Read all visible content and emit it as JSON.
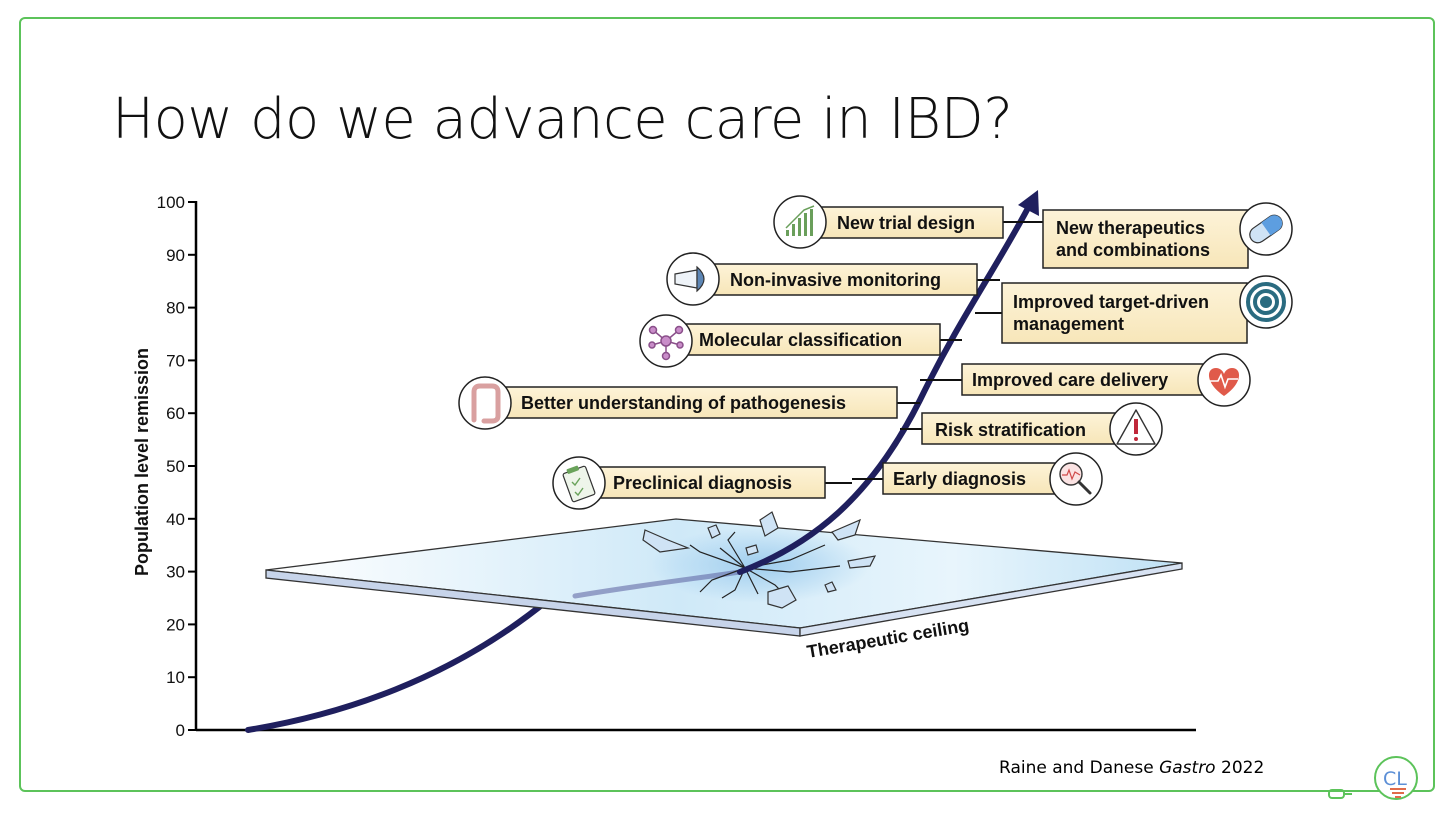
{
  "slide": {
    "title": "How do we advance care in IBD?",
    "accent_color": "#5cc35a"
  },
  "figure": {
    "y_axis": {
      "label": "Population level remission",
      "ticks": [
        "0",
        "10",
        "20",
        "30",
        "40",
        "50",
        "60",
        "70",
        "80",
        "90",
        "100"
      ]
    },
    "ceiling_label": "Therapeutic ceiling",
    "curve_color": "#1f1f5e",
    "left_labels": [
      {
        "text": "New trial design",
        "icon": "bar-chart-icon"
      },
      {
        "text": "Non-invasive monitoring",
        "icon": "ultrasound-probe-icon"
      },
      {
        "text": "Molecular classification",
        "icon": "molecule-icon"
      },
      {
        "text": "Better understanding of pathogenesis",
        "icon": "colon-icon"
      },
      {
        "text": "Preclinical diagnosis",
        "icon": "clipboard-icon"
      }
    ],
    "right_labels": [
      {
        "line1": "New therapeutics",
        "line2": "and combinations",
        "icon": "capsule-icon"
      },
      {
        "line1": "Improved target-driven",
        "line2": "management",
        "icon": "target-icon"
      },
      {
        "line1": "Improved care delivery",
        "icon": "heart-icon"
      },
      {
        "line1": "Risk stratification",
        "icon": "warning-icon"
      },
      {
        "line1": "Early diagnosis",
        "icon": "magnifier-icon"
      }
    ]
  },
  "citation": {
    "authors": "Raine and Danese",
    "journal": "Gastro",
    "year": "2022"
  }
}
